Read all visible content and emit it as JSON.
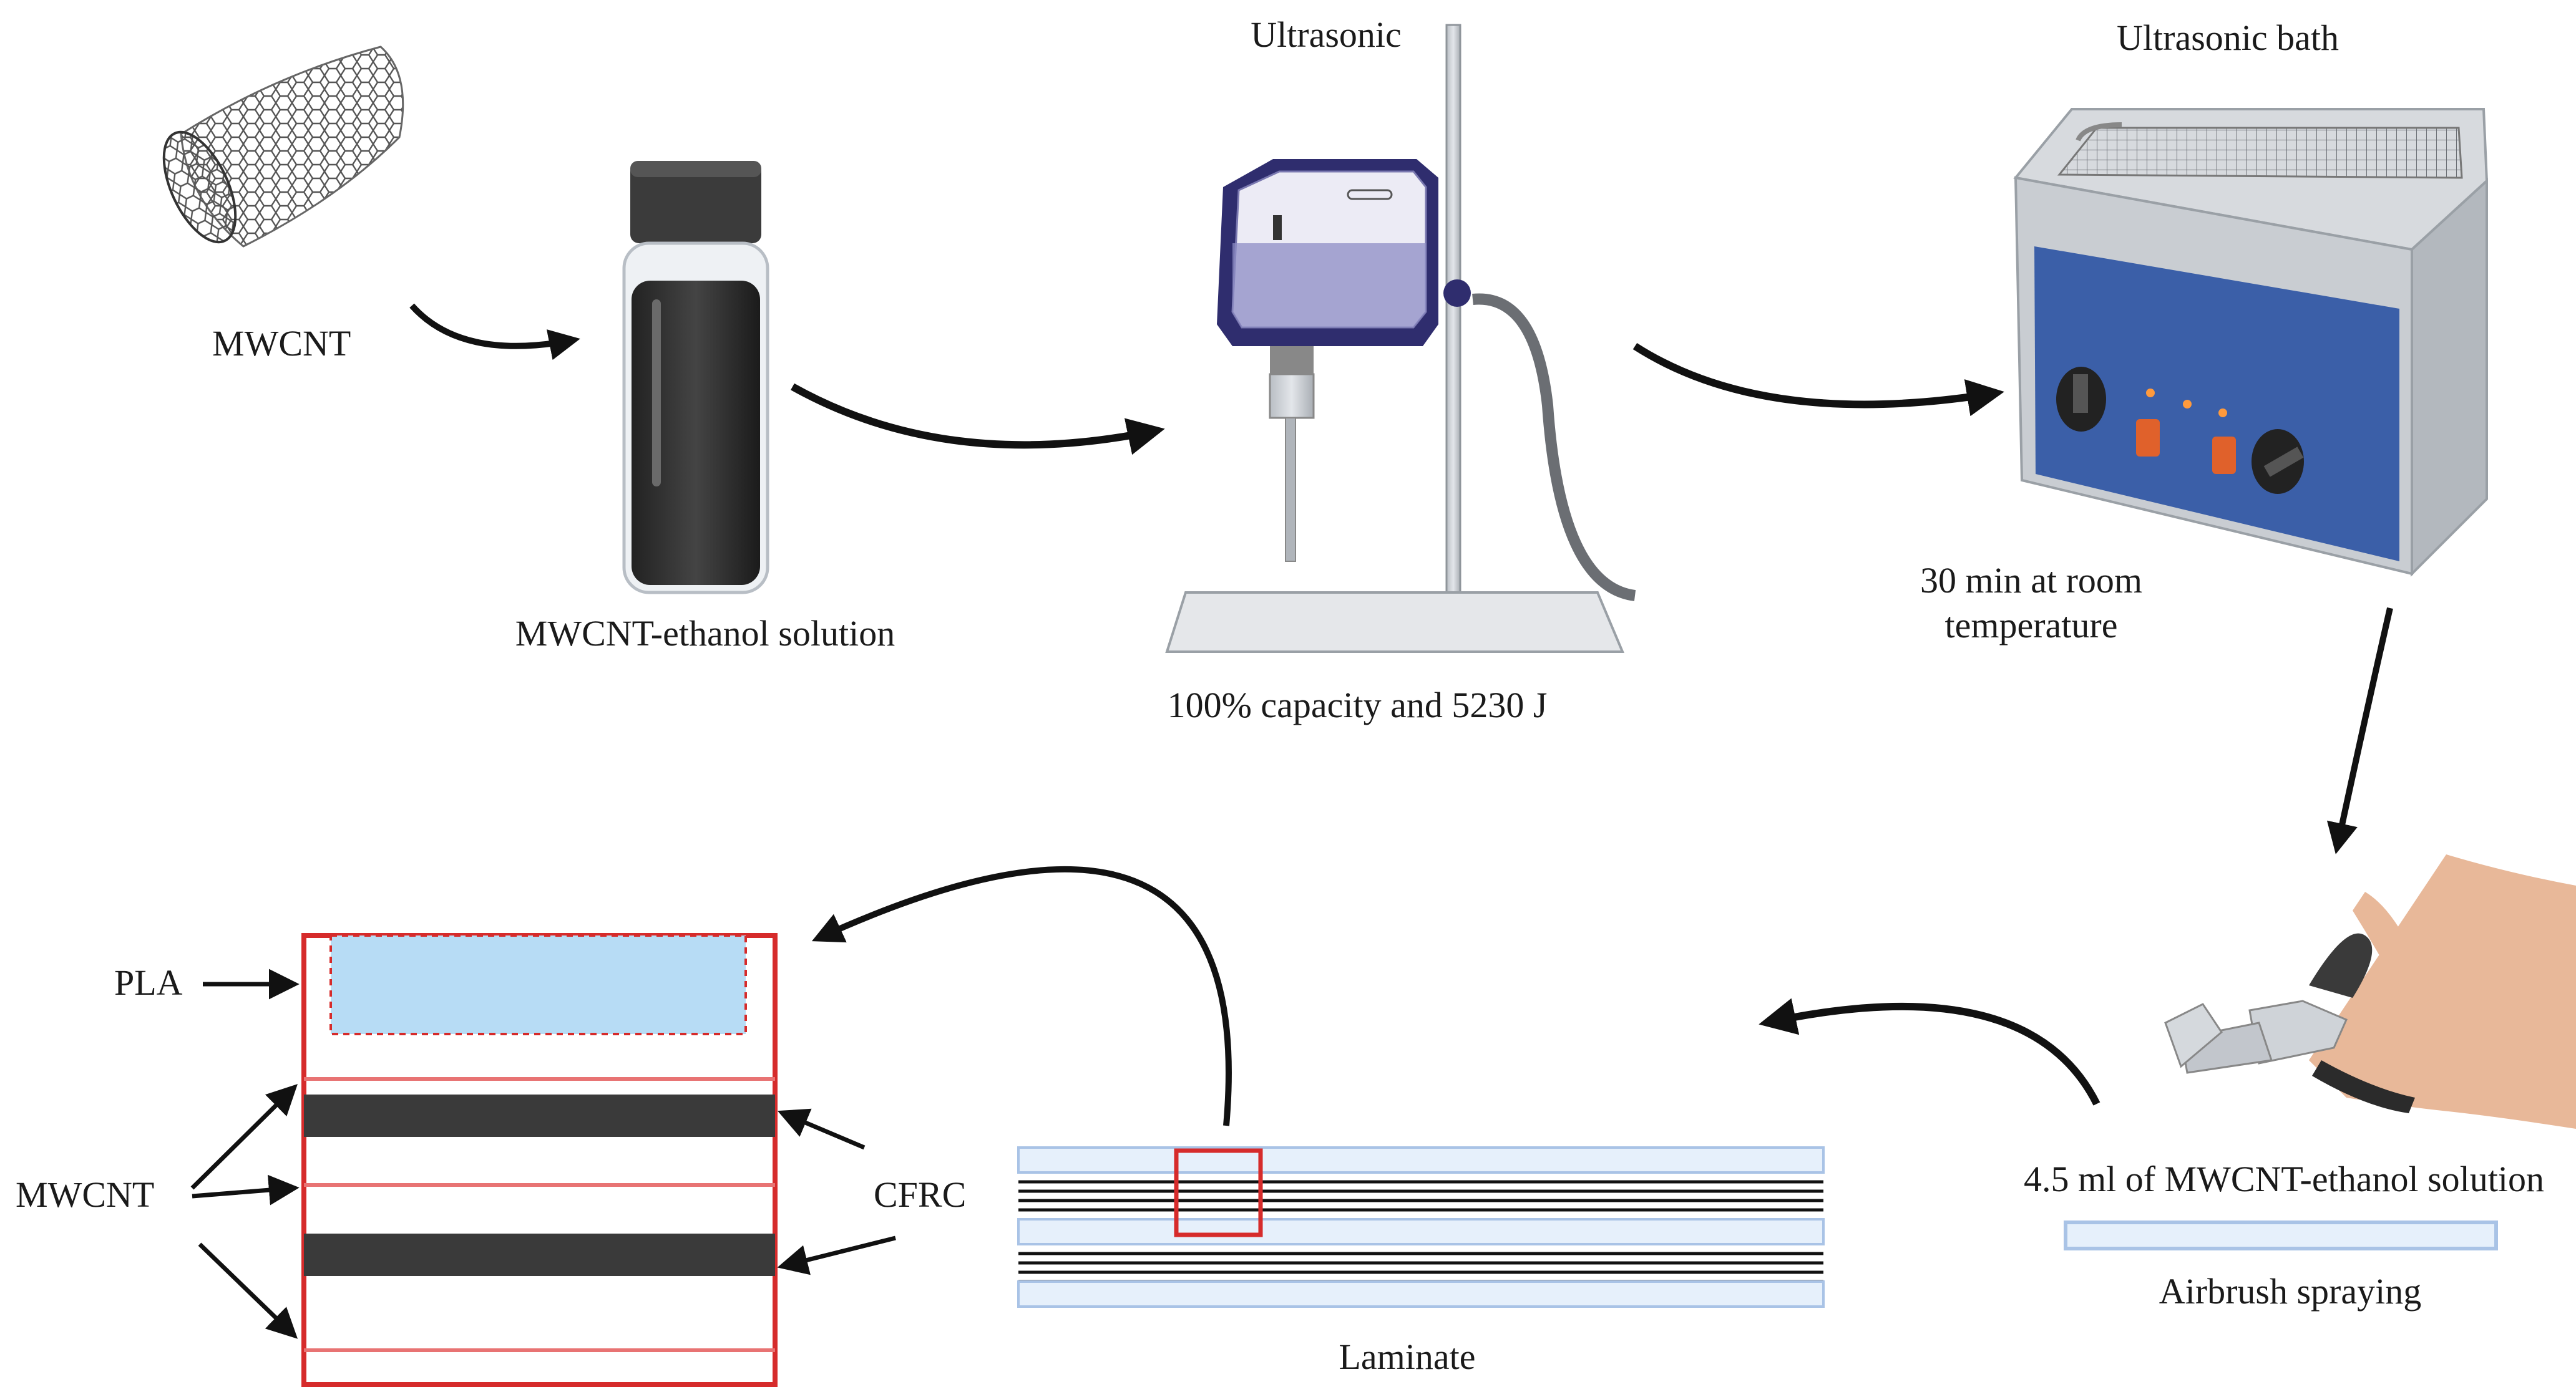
{
  "labels": {
    "mwcnt_top": "MWCNT",
    "vial": "MWCNT-ethanol solution",
    "ultrasonic": "Ultrasonic",
    "ultrasonic_params": "100% capacity and 5230 J",
    "bath": "Ultrasonic bath",
    "bath_line1": "30 min at room",
    "bath_line2": "temperature",
    "spray_amount": "4.5 ml of MWCNT-ethanol solution",
    "spray_method": "Airbrush spraying",
    "laminate": "Laminate",
    "pla": "PLA",
    "mwcnt_detail": "MWCNT",
    "cfrc": "CFRC"
  },
  "colors": {
    "arrow": "#111111",
    "detail_frame": "#d62b2b",
    "cfrc_layer": "#3a3a3a",
    "pla_fill": "#b7dcf5",
    "laminate_ply": "#e6f0fb",
    "laminate_ply_stroke": "#a9c3e6",
    "device_body": "#2f2d6e",
    "bath_panel": "#3b5fa8",
    "steel": "#c9cdd2"
  },
  "icons": [
    "nanotube-icon",
    "vial-icon",
    "ultrasonic-homogenizer-icon",
    "ultrasonic-bath-icon",
    "airbrush-hand-icon"
  ]
}
